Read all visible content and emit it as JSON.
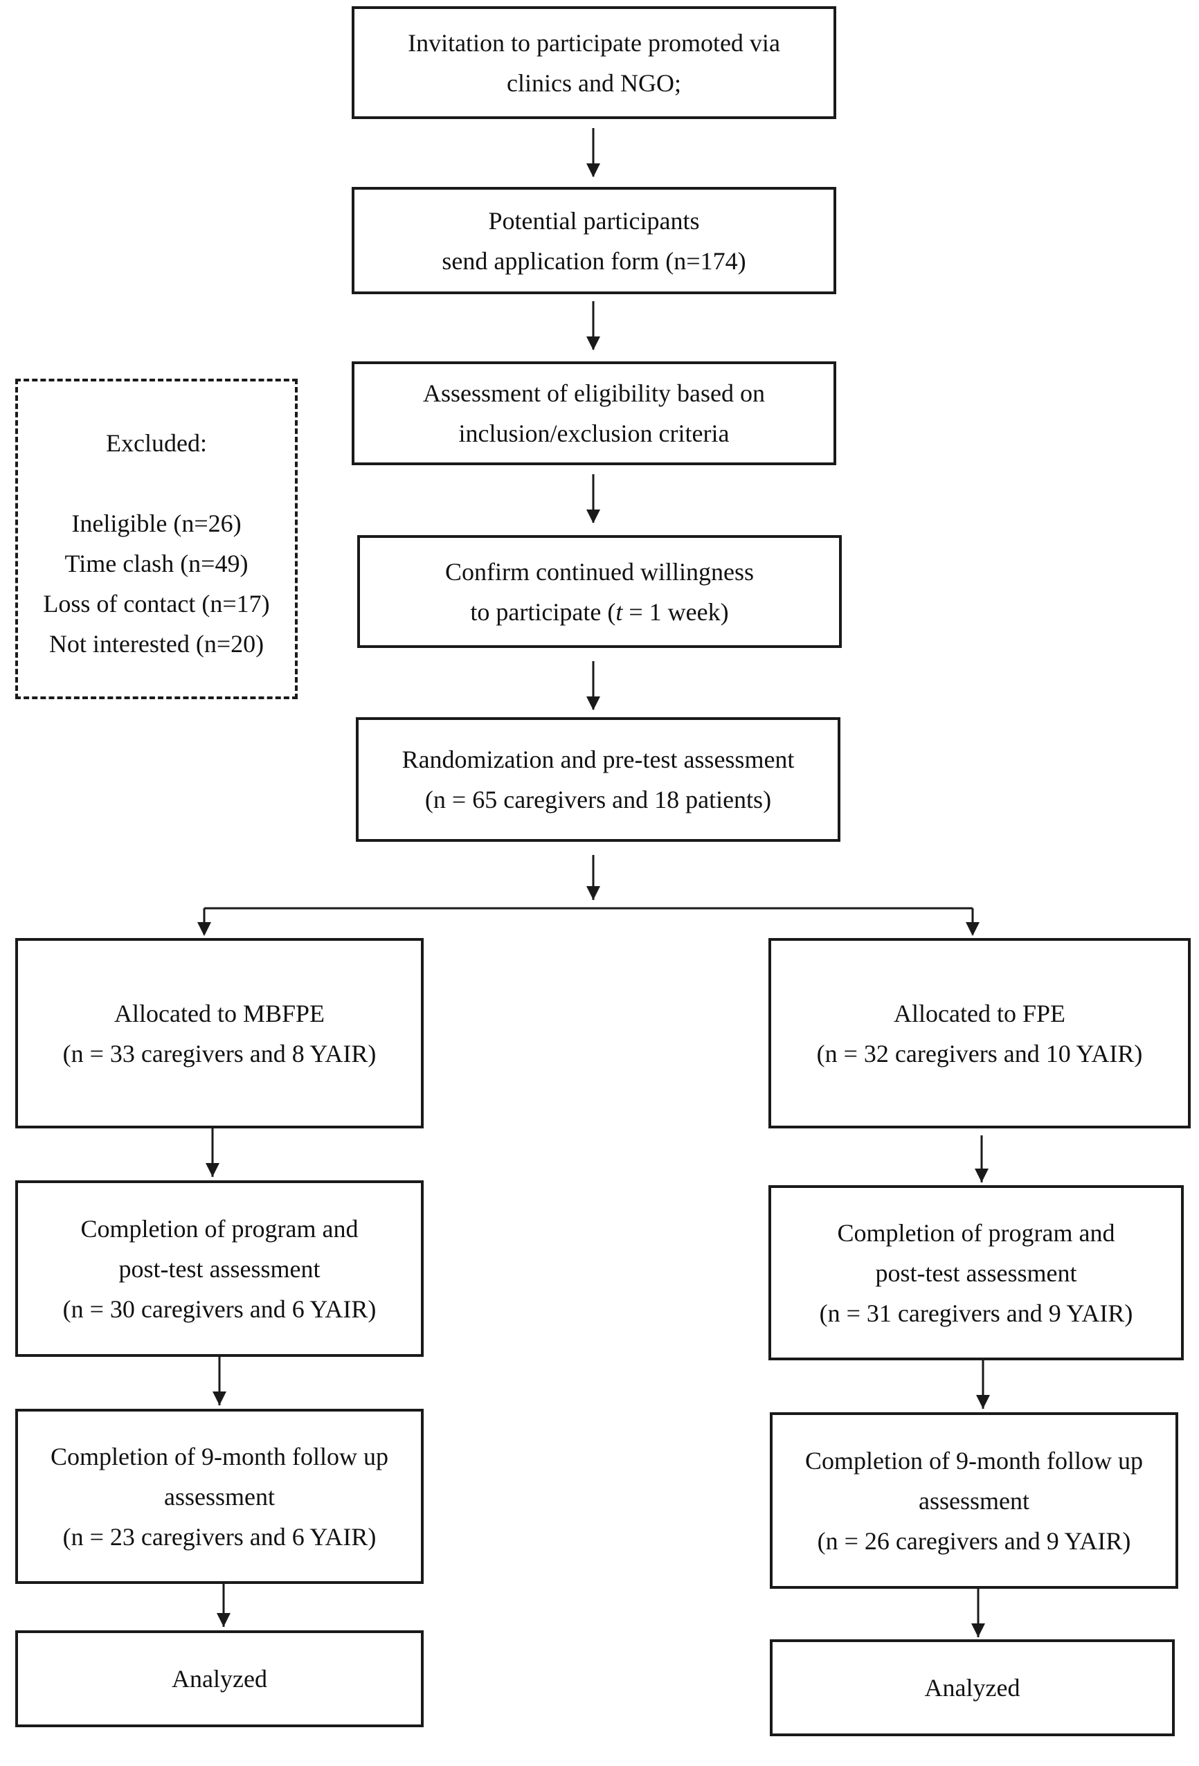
{
  "flow": {
    "invitation": {
      "line1": "Invitation to participate promoted via",
      "line2": "clinics and NGO;"
    },
    "application": {
      "line1": "Potential participants",
      "line2": "send application form (n=174)"
    },
    "eligibility": {
      "line1": "Assessment of eligibility based on",
      "line2": "inclusion/exclusion criteria"
    },
    "confirm": {
      "line1": "Confirm continued willingness",
      "line2_pre": "to participate (",
      "line2_var": "t",
      "line2_post": " = 1 week)"
    },
    "randomization": {
      "line1": "Randomization and pre-test assessment",
      "line2": "(n = 65 caregivers and 18 patients)"
    }
  },
  "excluded": {
    "title": "Excluded:",
    "items": [
      "Ineligible (n=26)",
      "Time clash (n=49)",
      "Loss of contact (n=17)",
      "Not interested (n=20)"
    ]
  },
  "left_arm": {
    "allocated": {
      "line1": "Allocated to MBFPE",
      "line2": "(n = 33 caregivers and 8 YAIR)"
    },
    "completion": {
      "line1": "Completion of program and",
      "line2": "post-test assessment",
      "line3": "(n = 30 caregivers and 6 YAIR)"
    },
    "followup": {
      "line1": "Completion of 9-month follow up",
      "line2": "assessment",
      "line3": "(n = 23 caregivers and 6 YAIR)"
    },
    "analyzed": "Analyzed"
  },
  "right_arm": {
    "allocated": {
      "line1": "Allocated to FPE",
      "line2": "(n = 32 caregivers and 10 YAIR)"
    },
    "completion": {
      "line1": "Completion of program and",
      "line2": "post-test assessment",
      "line3": "(n = 31 caregivers and 9 YAIR)"
    },
    "followup": {
      "line1": "Completion of 9-month follow up",
      "line2": "assessment",
      "line3": "(n = 26 caregivers and 9 YAIR)"
    },
    "analyzed": "Analyzed"
  }
}
